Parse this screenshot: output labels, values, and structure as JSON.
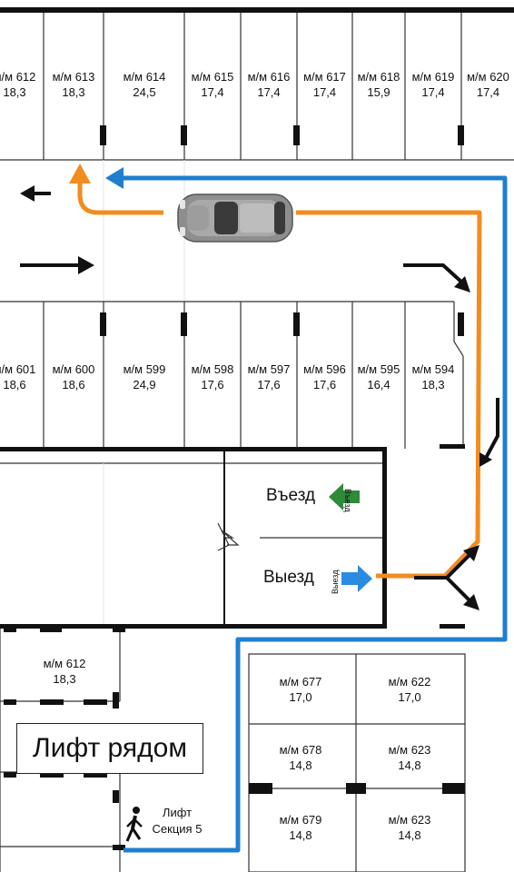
{
  "colors": {
    "wall": "#111111",
    "line": "#222222",
    "orange_route": "#f28c1f",
    "blue_route": "#1f7fcf",
    "entry_arrow": "#2f8a3a",
    "exit_arrow": "#2a8be0"
  },
  "icons": [
    "car-icon",
    "arrow-left-icon",
    "arrow-right-icon",
    "entry-arrow-icon",
    "exit-arrow-icon",
    "walking-person-icon"
  ],
  "top_row": [
    {
      "name": "м/м 612",
      "area": "18,3"
    },
    {
      "name": "м/м 613",
      "area": "18,3"
    },
    {
      "name": "м/м 614",
      "area": "24,5"
    },
    {
      "name": "м/м 615",
      "area": "17,4"
    },
    {
      "name": "м/м 616",
      "area": "17,4"
    },
    {
      "name": "м/м 617",
      "area": "17,4"
    },
    {
      "name": "м/м 618",
      "area": "15,9"
    },
    {
      "name": "м/м 619",
      "area": "17,4"
    },
    {
      "name": "м/м 620",
      "area": "17,4"
    }
  ],
  "middle_row": [
    {
      "name": "м/м 601",
      "area": "18,6"
    },
    {
      "name": "м/м 600",
      "area": "18,6"
    },
    {
      "name": "м/м 599",
      "area": "24,9"
    },
    {
      "name": "м/м 598",
      "area": "17,6"
    },
    {
      "name": "м/м 597",
      "area": "17,6"
    },
    {
      "name": "м/м 596",
      "area": "17,6"
    },
    {
      "name": "м/м 595",
      "area": "16,4"
    },
    {
      "name": "м/м 594",
      "area": "18,3"
    }
  ],
  "left_spot": {
    "name": "м/м 612",
    "area": "18,3"
  },
  "right_block": [
    {
      "name": "м/м 677",
      "area": "17,0"
    },
    {
      "name": "м/м 622",
      "area": "17,0"
    },
    {
      "name": "м/м 678",
      "area": "14,8"
    },
    {
      "name": "м/м 623",
      "area": "14,8"
    },
    {
      "name": "м/м 679",
      "area": "14,8"
    },
    {
      "name": "м/м 623",
      "area": "14,8"
    }
  ],
  "entry": {
    "label": "Въезд",
    "small": "Въезд"
  },
  "exit": {
    "label": "Выезд",
    "small": "Выезд"
  },
  "lift_nearby": "Лифт рядом",
  "lift": {
    "line1": "Лифт",
    "line2": "Секция 5"
  }
}
